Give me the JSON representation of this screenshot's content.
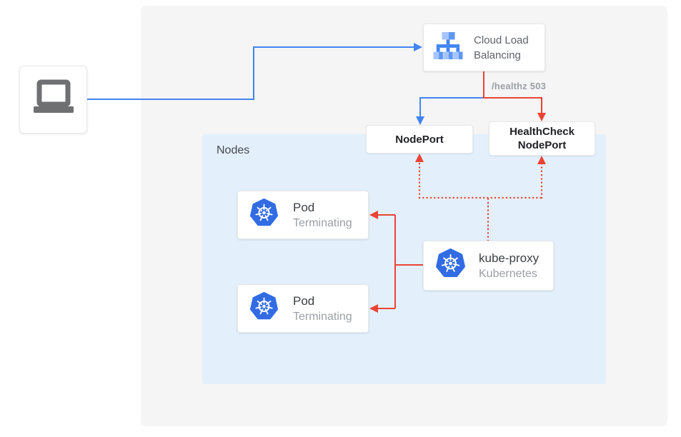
{
  "colors": {
    "blue": "#4285F4",
    "red": "#EA4335",
    "canvas_bg": "#F5F5F5",
    "nodes_bg": "#E3F0FC",
    "title_text": "#3C4043",
    "subtitle_text": "#9AA0A6",
    "bold_text": "#202124",
    "lb_text": "#5F6368",
    "label_gray": "#9AA0A6",
    "k8s_blue": "#326CE5",
    "laptop_gray": "#6F7071",
    "lb_icon_blue": "#4285F4",
    "lb_icon_mid": "#5E97F6",
    "lb_icon_light": "#A6C5FA"
  },
  "diagram": {
    "nodes_label": "Nodes",
    "client": {
      "icon": "laptop-icon"
    },
    "load_balancer": {
      "title": "Cloud Load Balancing",
      "icon": "cloud-load-balancing-icon"
    },
    "health_label": "/healthz 503",
    "nodeport_label": "NodePort",
    "healthcheck_label": "HealthCheck NodePort",
    "pods": [
      {
        "title": "Pod",
        "status": "Terminating",
        "icon": "kubernetes-icon"
      },
      {
        "title": "Pod",
        "status": "Terminating",
        "icon": "kubernetes-icon"
      }
    ],
    "kube_proxy": {
      "title": "kube-proxy",
      "subtitle": "Kubernetes",
      "icon": "kubernetes-icon"
    }
  }
}
